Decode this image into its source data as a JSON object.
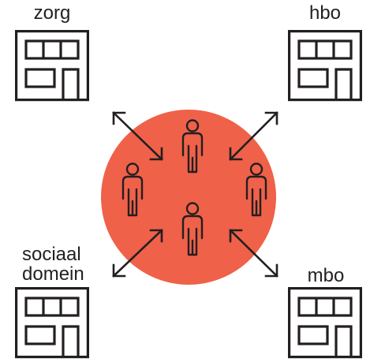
{
  "labels": {
    "top_left": "zorg",
    "top_right": "hbo",
    "bottom_left_line1": "sociaal",
    "bottom_left_line2": "domein",
    "bottom_right": "mbo"
  },
  "colors": {
    "circle": "#EF6149",
    "ink": "#231F20",
    "background": "#FFFFFF"
  },
  "icons": {
    "building": "building-icon",
    "person": "person-icon",
    "arrow": "double-headed-arrow-icon"
  }
}
